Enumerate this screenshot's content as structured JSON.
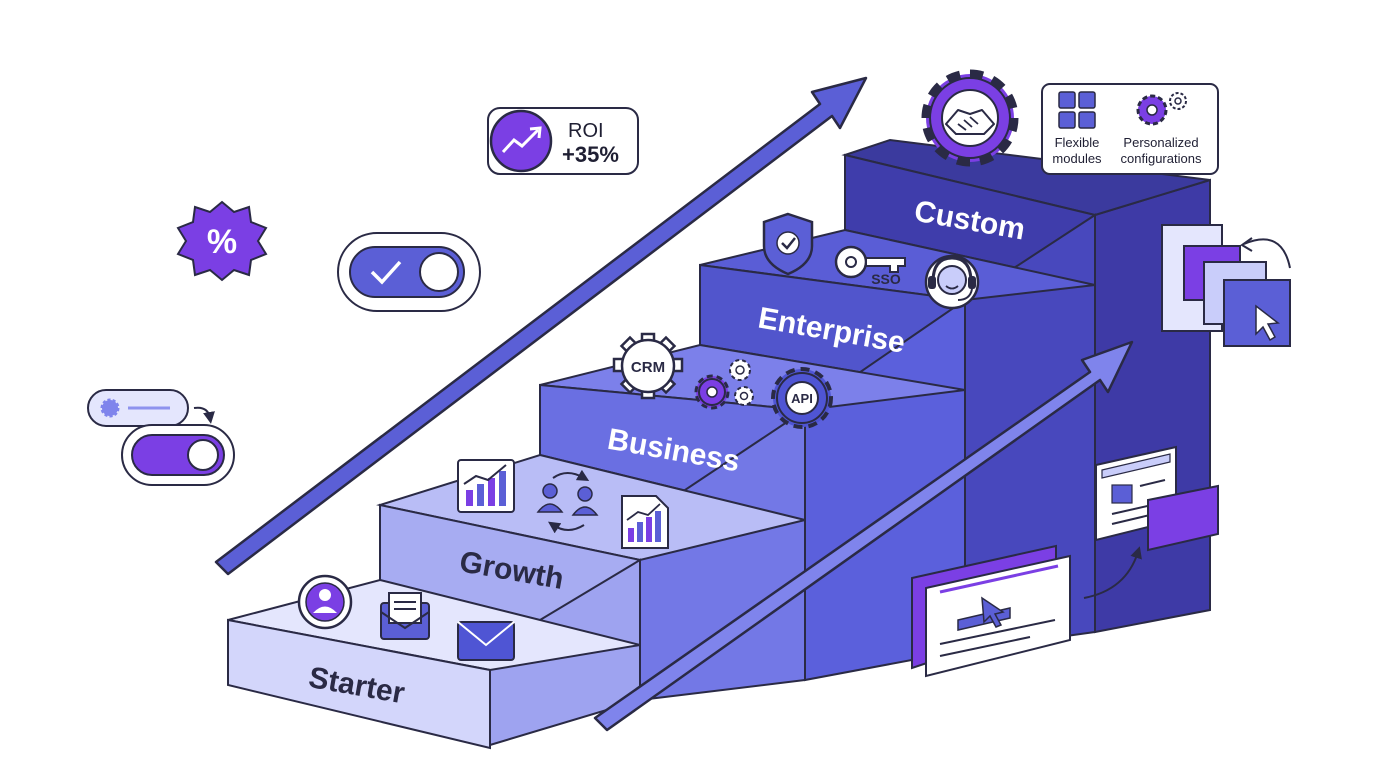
{
  "steps": [
    {
      "id": "starter",
      "label": "Starter"
    },
    {
      "id": "growth",
      "label": "Growth"
    },
    {
      "id": "business",
      "label": "Business"
    },
    {
      "id": "enterprise",
      "label": "Enterprise"
    },
    {
      "id": "custom",
      "label": "Custom"
    }
  ],
  "roi_badge": {
    "title": "ROI",
    "value": "+35%"
  },
  "discount_badge": {
    "symbol": "%"
  },
  "icons": {
    "business": {
      "crm": "CRM",
      "api": "API"
    },
    "enterprise": {
      "sso": "SSO"
    }
  },
  "custom_card": {
    "flexible": "Flexible",
    "modules": "modules",
    "personalized": "Personalized",
    "configurations": "configurations"
  },
  "colors": {
    "accent_purple": "#7b3fe4",
    "indigo_dark": "#3b3a9e",
    "indigo": "#4f55d4",
    "periwinkle": "#8e93ee",
    "lavender": "#c9cdfa",
    "pale": "#e4e6fd",
    "outline": "#2a2a45"
  }
}
